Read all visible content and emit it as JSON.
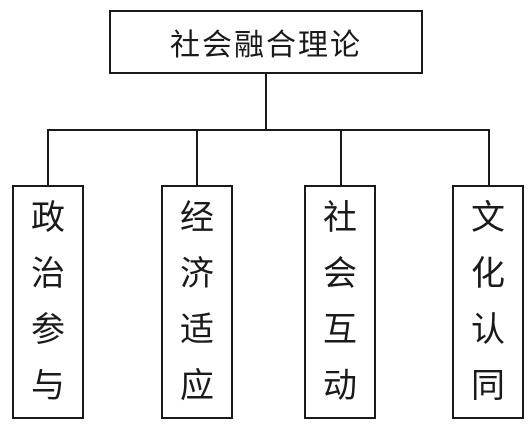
{
  "root": {
    "label": "社会融合理论"
  },
  "children": [
    {
      "label": "政治参与"
    },
    {
      "label": "经济适应"
    },
    {
      "label": "社会互动"
    },
    {
      "label": "文化认同"
    }
  ],
  "colors": {
    "stroke": "#1a1a1a",
    "background": "#ffffff"
  }
}
